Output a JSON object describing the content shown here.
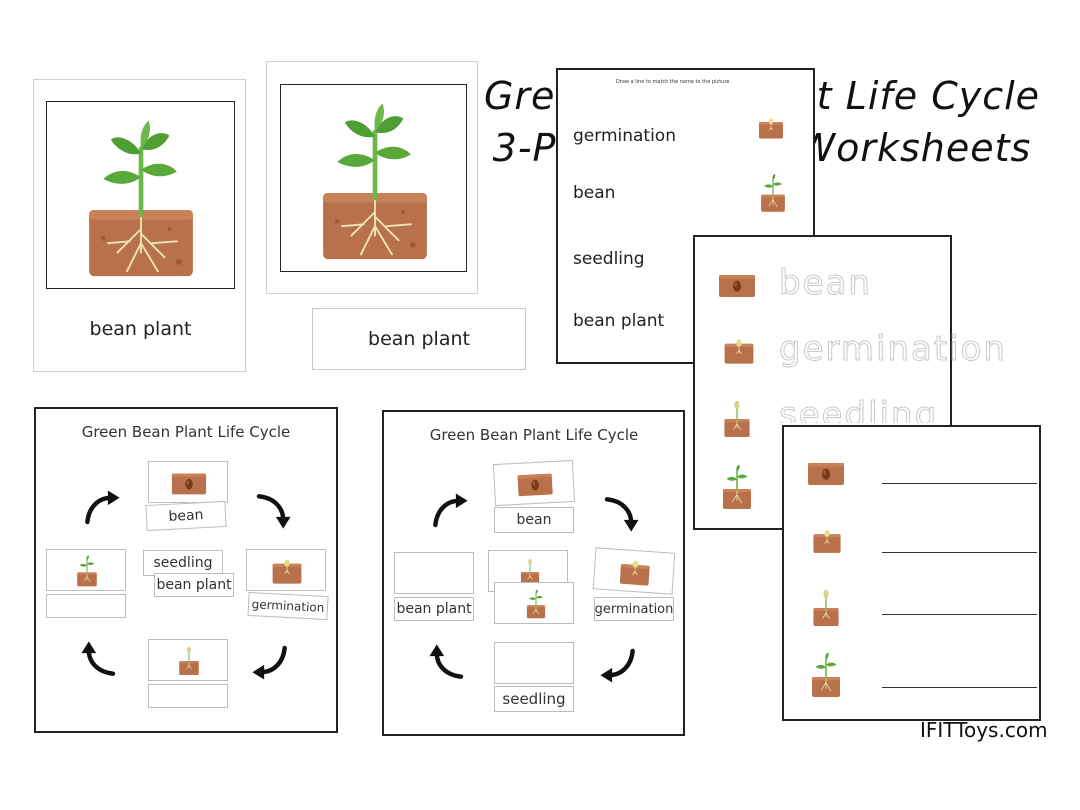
{
  "title": {
    "line1": "Green Bean Plant Life Cycle",
    "line2": "3-Part Cards & Worksheets"
  },
  "cards": {
    "card1_label": "bean plant",
    "card2_label": "bean plant"
  },
  "matching_sheet": {
    "instruction": "Draw a line to match the name to the picture.",
    "words": [
      "germination",
      "bean",
      "seedling",
      "bean plant"
    ]
  },
  "tracing_sheet": {
    "words": [
      "bean",
      "germination",
      "seedling"
    ]
  },
  "lifecycle_left": {
    "title": "Green Bean Plant Life Cycle",
    "labels": {
      "top": "bean",
      "seedling": "seedling",
      "bean_plant": "bean plant",
      "germination": "germination"
    }
  },
  "lifecycle_right": {
    "title": "Green Bean Plant Life Cycle",
    "labels": {
      "top": "bean",
      "left": "bean plant",
      "right": "germination",
      "bottom": "seedling"
    }
  },
  "brand": "IFITToys.com",
  "colors": {
    "soil": "#b8714a",
    "soil_dark": "#8e4f2d",
    "leaf": "#5aa83a",
    "leaf_dark": "#3e8a2a",
    "root": "#e8e0b0",
    "bean": "#7a3a1a"
  }
}
